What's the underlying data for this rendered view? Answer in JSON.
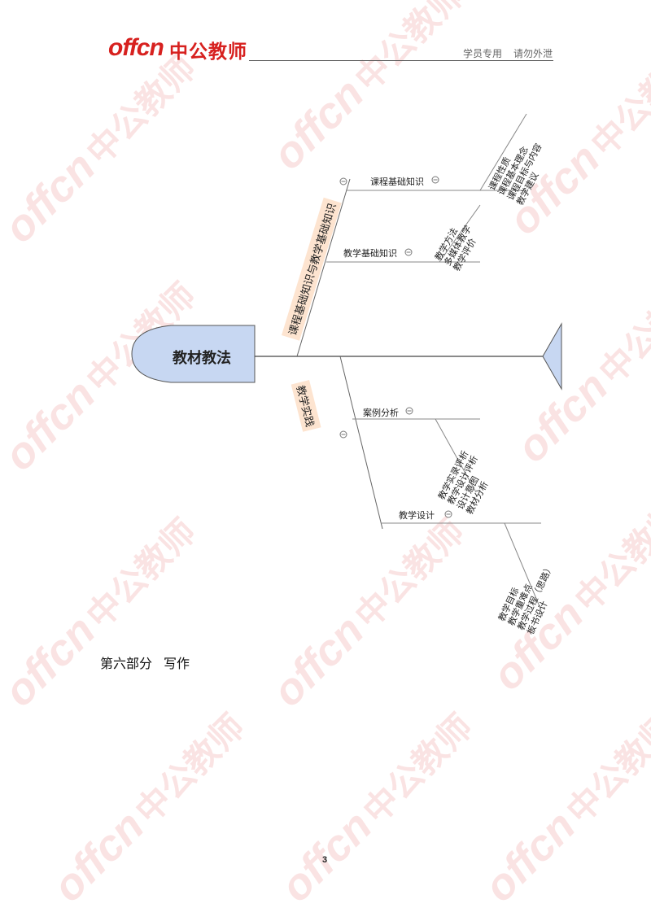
{
  "header": {
    "logo_en": "offcn",
    "logo_cn": "中公教师",
    "note_left": "学员专用",
    "note_right": "请勿外泄"
  },
  "watermark": {
    "en": "offcn",
    "cn": "中公教师"
  },
  "diagram": {
    "head": "教材教法",
    "branches": [
      {
        "label": "课程基础知识与教学基础知识",
        "sub": [
          {
            "label": "课程基础知识",
            "items": [
              "课程性质",
              "课程基本理念",
              "课程目标与内容",
              "教学建议"
            ]
          },
          {
            "label": "教学基础知识",
            "items": [
              "教学方法",
              "多媒体教学",
              "教学评价"
            ]
          }
        ]
      },
      {
        "label": "教学实践",
        "sub": [
          {
            "label": "案例分析",
            "items": [
              "教学实录评析",
              "教学设计评析",
              "设计意图",
              "教材分析"
            ]
          },
          {
            "label": "教学设计",
            "items": [
              "教学目标",
              "教学重难点",
              "教学过程（思路）",
              "板书设计"
            ]
          }
        ]
      }
    ]
  },
  "section": {
    "number": "第六部分",
    "name": "写作"
  },
  "page_number": "3"
}
